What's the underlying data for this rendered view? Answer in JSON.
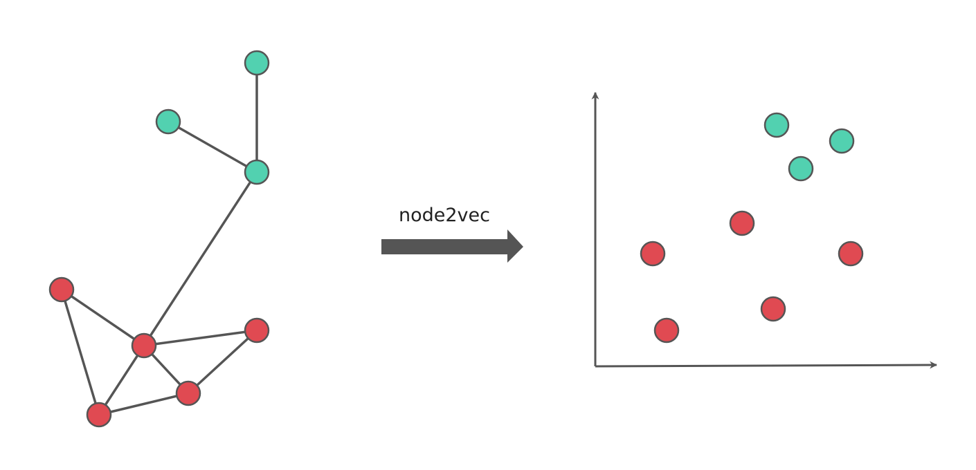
{
  "arrow_label": "node2vec",
  "colors": {
    "community_a": "#52d1b0",
    "community_b": "#e04a52",
    "stroke": "#555555",
    "arrow": "#555555"
  },
  "graph": {
    "nodes": [
      {
        "id": "a1",
        "group": "community_a"
      },
      {
        "id": "a2",
        "group": "community_a"
      },
      {
        "id": "a3",
        "group": "community_a"
      },
      {
        "id": "b1",
        "group": "community_b"
      },
      {
        "id": "b2",
        "group": "community_b"
      },
      {
        "id": "b3",
        "group": "community_b"
      },
      {
        "id": "b4",
        "group": "community_b"
      },
      {
        "id": "b5",
        "group": "community_b"
      }
    ],
    "edges": [
      [
        "a1",
        "a3"
      ],
      [
        "a2",
        "a3"
      ],
      [
        "a3",
        "b2"
      ],
      [
        "b1",
        "b2"
      ],
      [
        "b1",
        "b5"
      ],
      [
        "b2",
        "b3"
      ],
      [
        "b2",
        "b4"
      ],
      [
        "b2",
        "b5"
      ],
      [
        "b3",
        "b4"
      ],
      [
        "b4",
        "b5"
      ]
    ]
  },
  "embedding": {
    "points": [
      {
        "id": "a1",
        "group": "community_a"
      },
      {
        "id": "a2",
        "group": "community_a"
      },
      {
        "id": "a3",
        "group": "community_a"
      },
      {
        "id": "b1",
        "group": "community_b"
      },
      {
        "id": "b2",
        "group": "community_b"
      },
      {
        "id": "b3",
        "group": "community_b"
      },
      {
        "id": "b4",
        "group": "community_b"
      },
      {
        "id": "b5",
        "group": "community_b"
      }
    ]
  }
}
